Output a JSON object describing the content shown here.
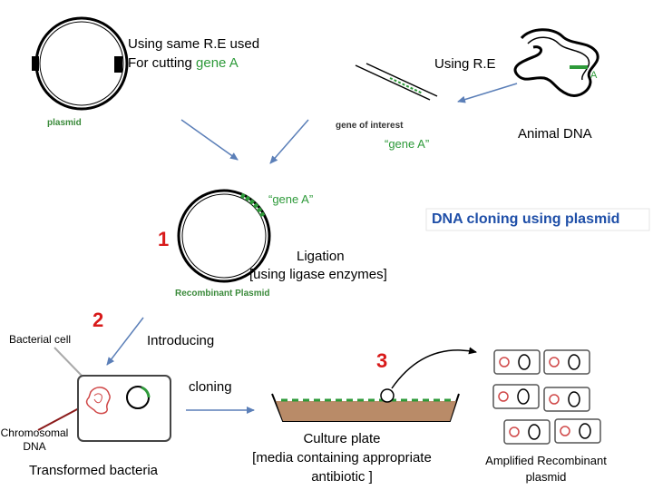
{
  "texts": {
    "cut_line1": "Using same R.E used",
    "cut_line2_prefix": "For cutting ",
    "cut_line2_gene": "gene A",
    "using_re": "Using R.E",
    "gene_a_mark": "A",
    "plasmid_label": "plasmid",
    "gene_of_interest": "gene of interest",
    "gene_a_quote": "“gene A”",
    "animal_dna": "Animal DNA",
    "gene_a_quote2": "“gene A”",
    "title": "DNA cloning using plasmid",
    "step1": "1",
    "ligation_line1": "Ligation",
    "ligation_line2": "[using ligase enzymes]",
    "recombinant_plasmid": "Recombinant Plasmid",
    "bacterial_cell": "Bacterial cell",
    "step2": "2",
    "introducing": "Introducing",
    "step3": "3",
    "cloning": "cloning",
    "chromosomal_dna_line1": "Chromosomal",
    "chromosomal_dna_line2": "DNA",
    "transformed_bacteria": "Transformed bacteria",
    "culture_line1": "Culture plate",
    "culture_line2": "[media containing appropriate",
    "culture_line3": "antibiotic ]",
    "amplified_line1": "Amplified Recombinant",
    "amplified_line2": "plasmid"
  },
  "colors": {
    "gene": "#2e9a3a",
    "arrow": "#5b7fb8",
    "step": "#d81a1a",
    "title": "#1f4fa8",
    "plate_fill": "#b98b68"
  }
}
